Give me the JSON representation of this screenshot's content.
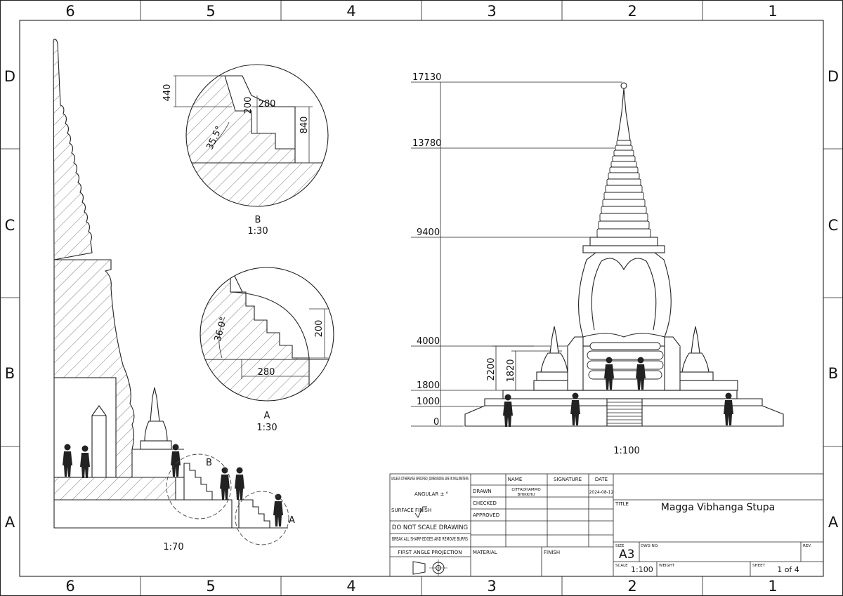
{
  "border": {
    "columns": [
      "6",
      "5",
      "4",
      "3",
      "2",
      "1"
    ],
    "rows": [
      "D",
      "C",
      "B",
      "A"
    ]
  },
  "side_section": {
    "scale": "1:70",
    "callouts": [
      "B",
      "A"
    ]
  },
  "detail_b": {
    "label": "B",
    "scale": "1:30",
    "dims": [
      "440",
      "200",
      "280",
      "840",
      "35.5°"
    ]
  },
  "detail_a": {
    "label": "A",
    "scale": "1:30",
    "dims": [
      "36.0°",
      "200",
      "280"
    ]
  },
  "elevation": {
    "scale": "1:100",
    "levels": [
      "17130",
      "13780",
      "9400",
      "4000",
      "1800",
      "1000",
      "0"
    ],
    "dims": [
      "2200",
      "1820"
    ]
  },
  "title_block": {
    "note_units": "UNLESS OTHERWISE SPECIFIED, DIMENSIONS ARE IN MILLIMETERS",
    "angular": "ANGULAR ± °",
    "surface_finish": "SURFACE FINISH",
    "no_scale": "DO NOT SCALE DRAWING",
    "burrs": "BREAK ALL SHARP EDGES AND REMOVE BURRS",
    "projection": "FIRST ANGLE PROJECTION",
    "col_name": "NAME",
    "col_signature": "SIGNATURE",
    "col_date": "DATE",
    "row_drawn": "DRAWN",
    "row_checked": "CHECKED",
    "row_approved": "APPROVED",
    "drawn_name_1": "CITTADHAMMO",
    "drawn_name_2": "BHIKKHU",
    "drawn_date": "2024-08-12",
    "material": "MATERIAL",
    "finish": "FINISH",
    "title_label": "TITLE",
    "title": "Magga Vibhanga Stupa",
    "size_label": "SIZE",
    "size": "A3",
    "dwg_label": "DWG NO.",
    "rev_label": "REV.",
    "scale_label": "SCALE",
    "scale": "1:100",
    "weight_label": "WEIGHT",
    "sheet_label": "SHEET",
    "sheet": "1 of 4"
  }
}
